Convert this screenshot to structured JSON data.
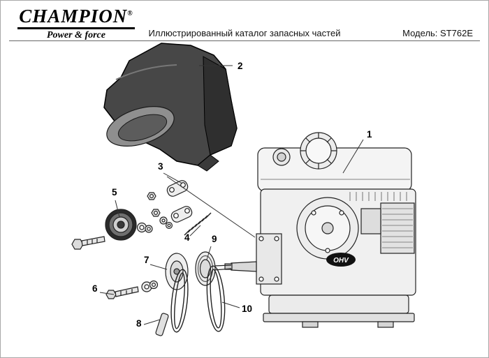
{
  "header": {
    "logo": {
      "brand": "CHAMPION",
      "registered": "®",
      "tagline": "Power & force"
    },
    "title": "Иллюстрированный каталог запасных частей",
    "model_label": "Модель: ST762E"
  },
  "diagram": {
    "engine_badge": "OHV",
    "callouts": [
      {
        "number": "1"
      },
      {
        "number": "2"
      },
      {
        "number": "3"
      },
      {
        "number": "4"
      },
      {
        "number": "5"
      },
      {
        "number": "6"
      },
      {
        "number": "7"
      },
      {
        "number": "8"
      },
      {
        "number": "9"
      },
      {
        "number": "10"
      }
    ]
  },
  "colors": {
    "cover_dark": "#474747",
    "cover_face": "#2f2f2f",
    "cover_opening": "#8f8f8f",
    "engine_body": "#f0f0f0",
    "line": "#222222",
    "badge": "#111111"
  }
}
